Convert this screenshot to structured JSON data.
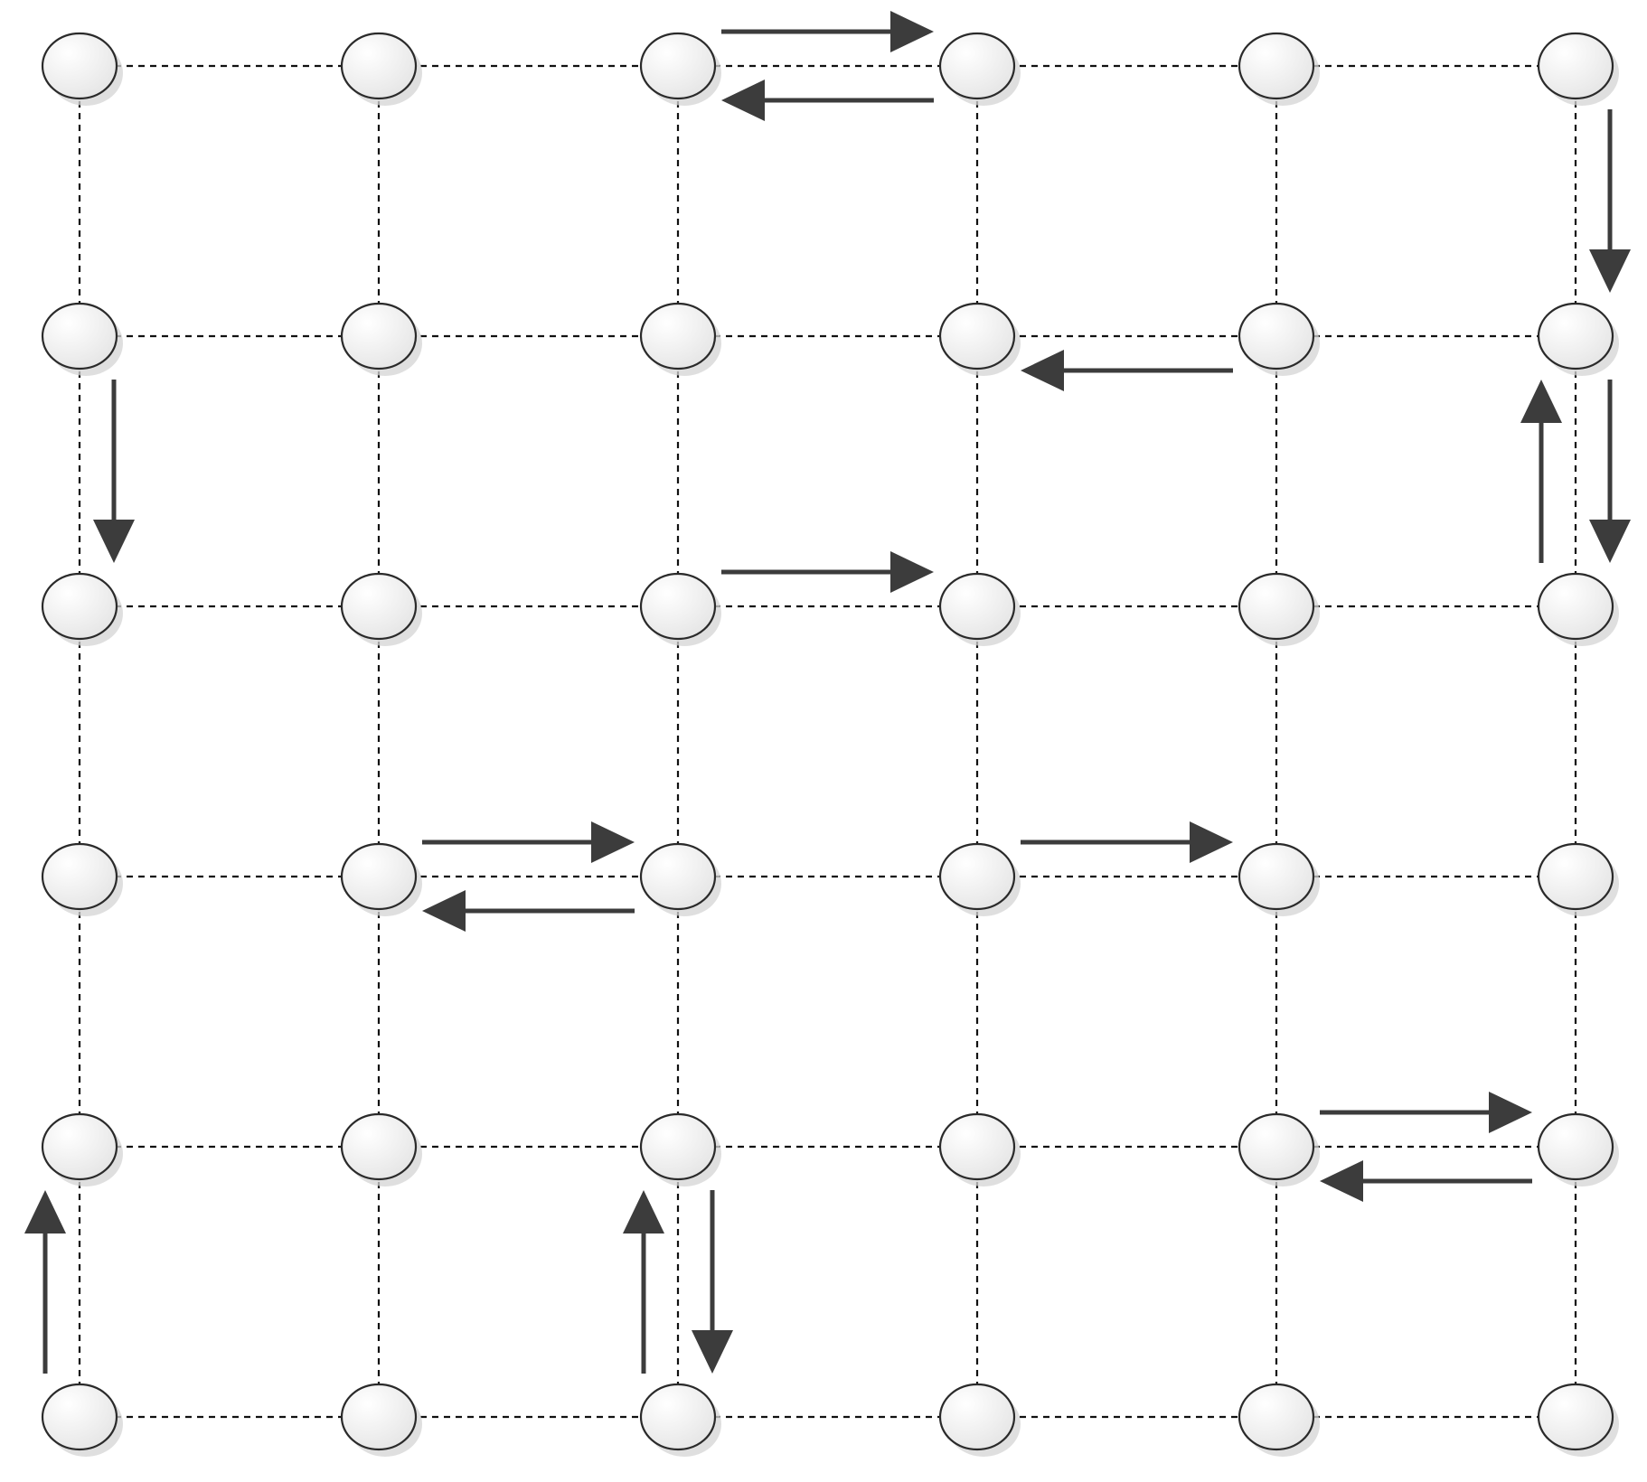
{
  "grid": {
    "columns": 6,
    "rows": 6
  },
  "colors": {
    "arrow": "#3c3c3c",
    "node_fill_light": "#ffffff",
    "node_fill_dark": "#e4e4e4",
    "node_stroke": "#2a2a2a",
    "grid_line": "#111111"
  },
  "arrows": [
    {
      "from": [
        2,
        0
      ],
      "to": [
        3,
        0
      ],
      "lane": -1
    },
    {
      "from": [
        3,
        0
      ],
      "to": [
        2,
        0
      ],
      "lane": 1
    },
    {
      "from": [
        5,
        0
      ],
      "to": [
        5,
        1
      ],
      "lane": 1
    },
    {
      "from": [
        4,
        1
      ],
      "to": [
        3,
        1
      ],
      "lane": 1
    },
    {
      "from": [
        0,
        1
      ],
      "to": [
        0,
        2
      ],
      "lane": 1
    },
    {
      "from": [
        5,
        2
      ],
      "to": [
        5,
        1
      ],
      "lane": -1
    },
    {
      "from": [
        5,
        1
      ],
      "to": [
        5,
        2
      ],
      "lane": 1
    },
    {
      "from": [
        2,
        2
      ],
      "to": [
        3,
        2
      ],
      "lane": -1
    },
    {
      "from": [
        1,
        3
      ],
      "to": [
        2,
        3
      ],
      "lane": -1
    },
    {
      "from": [
        2,
        3
      ],
      "to": [
        1,
        3
      ],
      "lane": 1
    },
    {
      "from": [
        3,
        3
      ],
      "to": [
        4,
        3
      ],
      "lane": -1
    },
    {
      "from": [
        4,
        4
      ],
      "to": [
        5,
        4
      ],
      "lane": -1
    },
    {
      "from": [
        5,
        4
      ],
      "to": [
        4,
        4
      ],
      "lane": 1
    },
    {
      "from": [
        0,
        5
      ],
      "to": [
        0,
        4
      ],
      "lane": -1
    },
    {
      "from": [
        2,
        5
      ],
      "to": [
        2,
        4
      ],
      "lane": -1
    },
    {
      "from": [
        2,
        4
      ],
      "to": [
        2,
        5
      ],
      "lane": 1
    }
  ]
}
